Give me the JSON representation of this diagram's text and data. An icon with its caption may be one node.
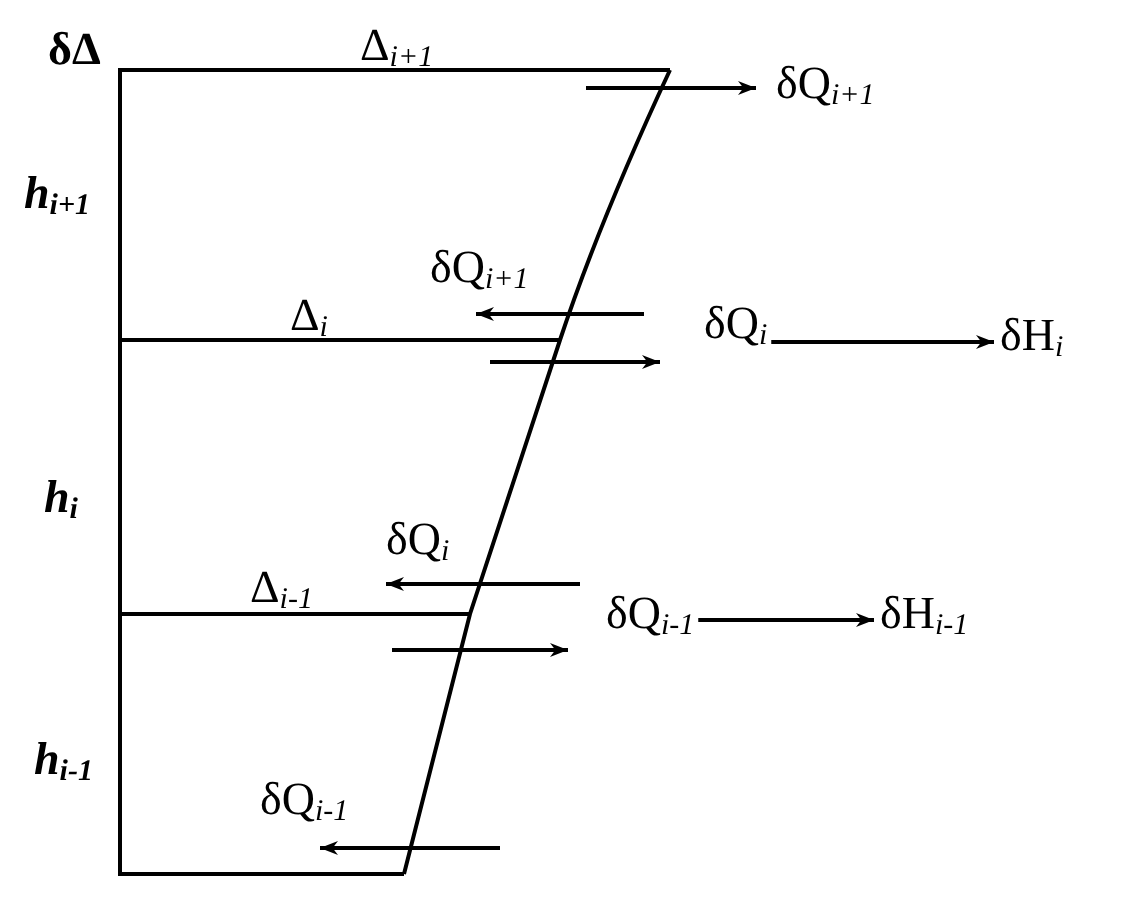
{
  "diagram": {
    "nodes": [
      {
        "text": [
          "δQ$_{i}$"
        ]
      },
      {
        "text": [
          "δH$_{i}$"
        ]
      },
      {
        "text": [
          "δQ$_{i-1}$"
        ]
      },
      {
        "text": [
          "δH$_{i-1}$"
        ]
      }
    ],
    "edges": [
      {
        "from": 0,
        "to": 1,
        "arrow": "to"
      },
      {
        "from": 2,
        "to": 3,
        "arrow": "to"
      }
    ],
    "labels": [
      "δΔ",
      "Δ$_{i+1}$",
      "δQ$_{i+1}$",
      "h$_{i+1}$",
      "δQ$_{i+1}$",
      "Δ$_{i}$",
      "h$_{i}$",
      "δQ$_{i}$",
      "Δ$_{i-1}$",
      "h$_{i-1}$",
      "δQ$_{i-1}$"
    ]
  }
}
